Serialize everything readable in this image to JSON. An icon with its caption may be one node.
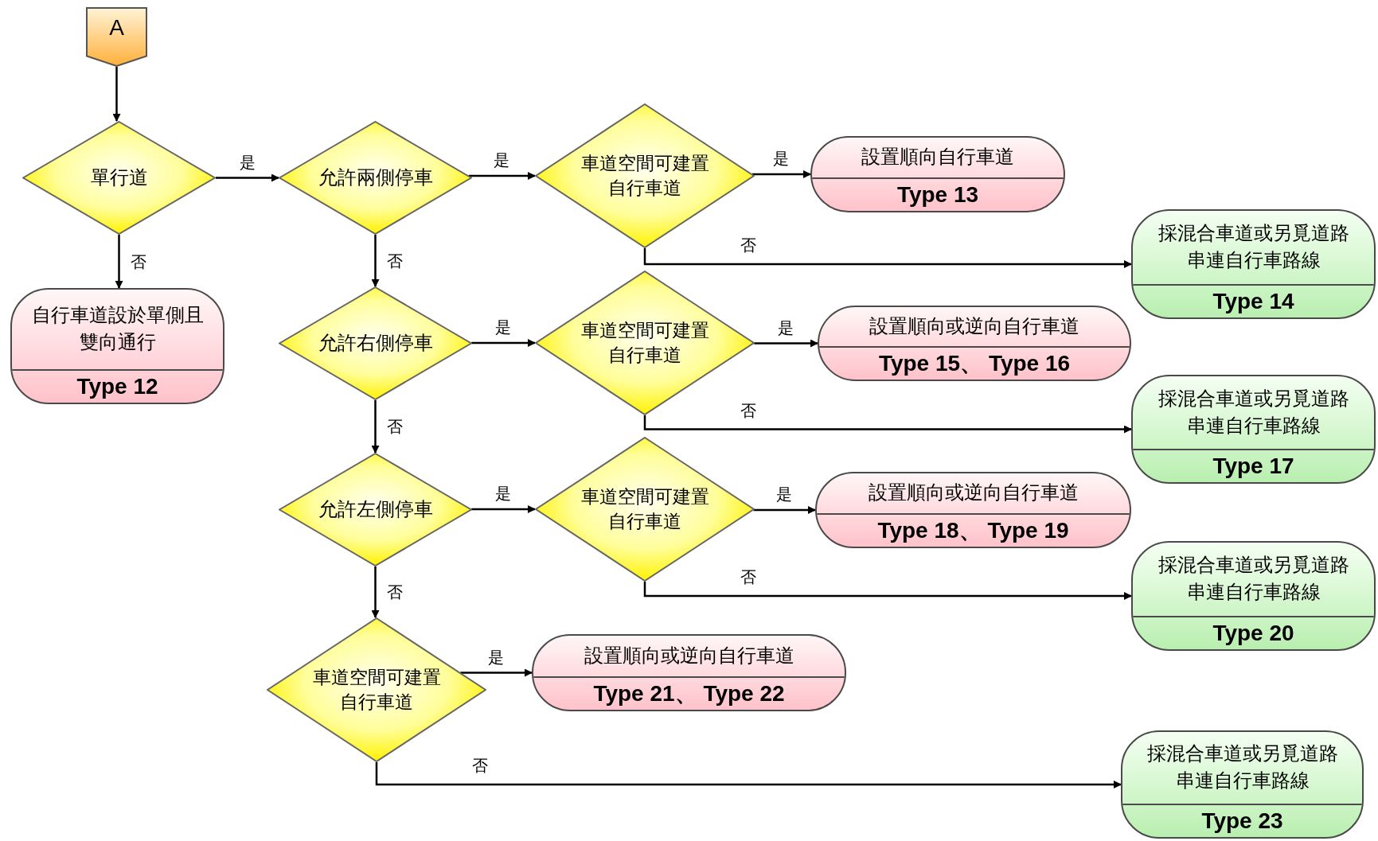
{
  "diagram": {
    "nodes": [
      {
        "text": [
          "A"
        ]
      },
      {
        "text": [
          "單行道"
        ]
      },
      {
        "text": [
          "自行車道設於單側且雙向通行",
          "Type 12"
        ]
      },
      {
        "text": [
          "允許兩側停車"
        ]
      },
      {
        "text": [
          "車道空間可建置自行車道"
        ]
      },
      {
        "text": [
          "設置順向自行車道",
          "Type 13"
        ]
      },
      {
        "text": [
          "採混合車道或另覓道路串連自行車路線",
          "Type 14"
        ]
      },
      {
        "text": [
          "允許右側停車"
        ]
      },
      {
        "text": [
          "車道空間可建置自行車道"
        ]
      },
      {
        "text": [
          "設置順向或逆向自行車道",
          "Type 15、 Type 16"
        ]
      },
      {
        "text": [
          "採混合車道或另覓道路串連自行車路線",
          "Type 17"
        ]
      },
      {
        "text": [
          "允許左側停車"
        ]
      },
      {
        "text": [
          "車道空間可建置自行車道"
        ]
      },
      {
        "text": [
          "設置順向或逆向自行車道",
          "Type 18、 Type 19"
        ]
      },
      {
        "text": [
          "採混合車道或另覓道路串連自行車路線",
          "Type 20"
        ]
      },
      {
        "text": [
          "車道空間可建置自行車道"
        ]
      },
      {
        "text": [
          "設置順向或逆向自行車道",
          "Type 21、 Type 22"
        ]
      },
      {
        "text": [
          "採混合車道或另覓道路串連自行車路線",
          "Type 23"
        ]
      }
    ],
    "edges": [
      {
        "from": 0,
        "to": 1,
        "arrow": "to"
      },
      {
        "from": 1,
        "to": 3,
        "arrow": "to",
        "label": "是"
      },
      {
        "from": 1,
        "to": 2,
        "arrow": "to",
        "label": "否"
      },
      {
        "from": 3,
        "to": 4,
        "arrow": "to",
        "label": "是"
      },
      {
        "from": 3,
        "to": 7,
        "arrow": "to",
        "label": "否"
      },
      {
        "from": 4,
        "to": 5,
        "arrow": "to",
        "label": "是"
      },
      {
        "from": 4,
        "to": 6,
        "arrow": "to",
        "label": "否"
      },
      {
        "from": 7,
        "to": 8,
        "arrow": "to",
        "label": "是"
      },
      {
        "from": 7,
        "to": 11,
        "arrow": "to",
        "label": "否"
      },
      {
        "from": 8,
        "to": 9,
        "arrow": "to",
        "label": "是"
      },
      {
        "from": 8,
        "to": 10,
        "arrow": "to",
        "label": "否"
      },
      {
        "from": 11,
        "to": 12,
        "arrow": "to",
        "label": "是"
      },
      {
        "from": 11,
        "to": 15,
        "arrow": "to",
        "label": "否"
      },
      {
        "from": 12,
        "to": 13,
        "arrow": "to",
        "label": "是"
      },
      {
        "from": 12,
        "to": 14,
        "arrow": "to",
        "label": "否"
      },
      {
        "from": 15,
        "to": 16,
        "arrow": "to",
        "label": "是"
      },
      {
        "from": 15,
        "to": 17,
        "arrow": "to",
        "label": "否"
      }
    ]
  }
}
